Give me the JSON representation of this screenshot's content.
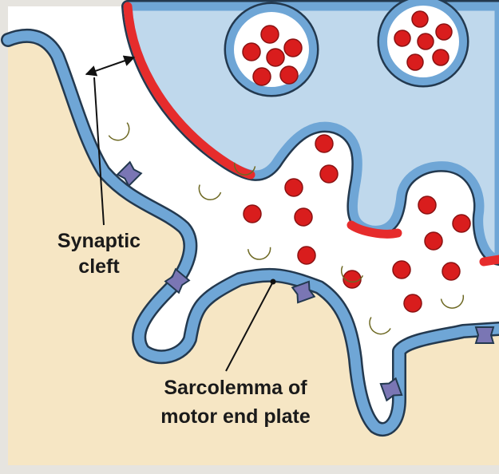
{
  "diagram": {
    "labels": {
      "synaptic_line1": "Synaptic",
      "synaptic_line2": "cleft",
      "sarcolemma_line1": "Sarcolemma of",
      "sarcolemma_line2": "motor end plate"
    },
    "colors": {
      "frame_background": "#e6e4df",
      "muscle_fiber": "#f6e6c4",
      "cleft": "#ffffff",
      "membrane": "#6fa6d6",
      "membrane_outline": "#23394f",
      "axon_terminal": "#bfd8ec",
      "active_zone": "#e62c2c",
      "acetylcholine": "#d91d1d",
      "acetylcholinesterase": "#f3ec6e",
      "ach_receptor": "#7a76b4",
      "pointer_line": "#111111"
    },
    "icons": [
      "acetylcholine-vesicle-icon",
      "acetylcholinesterase-icon",
      "ach-receptor-icon",
      "double-arrow-icon"
    ]
  }
}
